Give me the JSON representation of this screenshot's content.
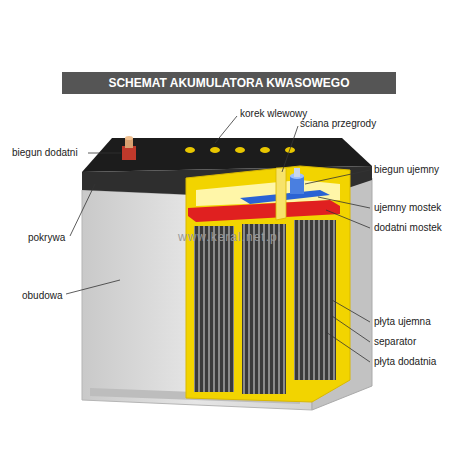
{
  "diagram": {
    "title": "SCHEMAT AKUMULATORA KWASOWEGO",
    "labels": [
      "korek wlewowy",
      "ściana przegrody",
      "biegun dodatni",
      "biegun ujemny",
      "ujemny mostek",
      "dodatni mostek",
      "pokrywa",
      "obudowa",
      "płyta ujemna",
      "separator",
      "płyta dodatnia",
      "www.keral.net.pl"
    ]
  }
}
